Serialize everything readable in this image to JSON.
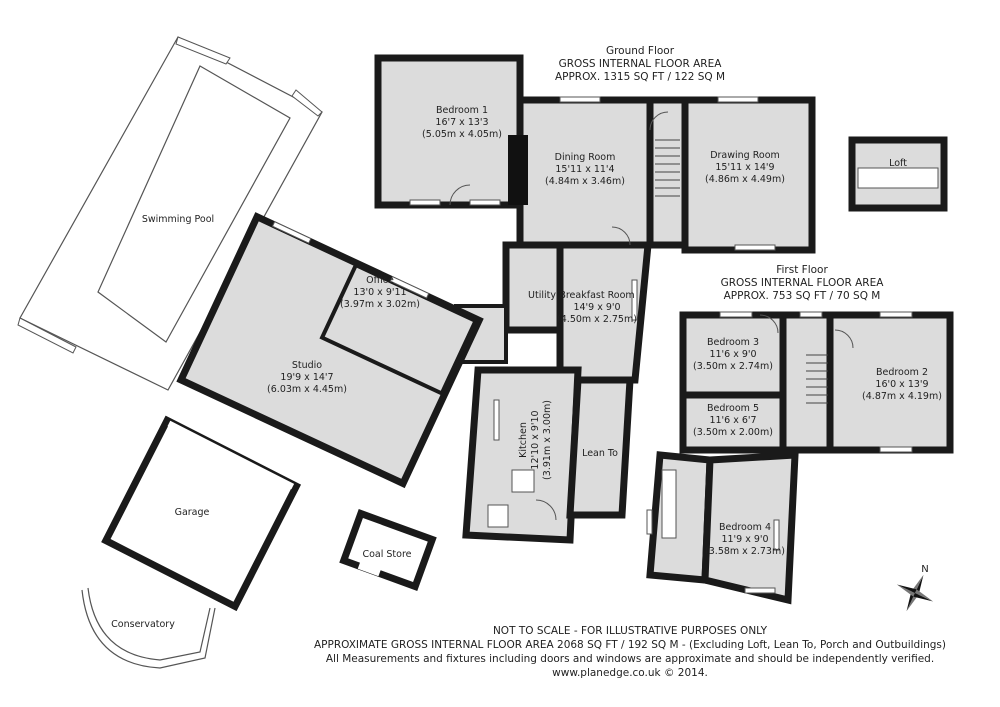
{
  "floors": {
    "ground": {
      "title": "Ground Floor",
      "area_line1": "GROSS INTERNAL FLOOR AREA",
      "area_line2": "APPROX. 1315 SQ FT / 122 SQ M"
    },
    "first": {
      "title": "First Floor",
      "area_line1": "GROSS INTERNAL FLOOR AREA",
      "area_line2": "APPROX. 753 SQ FT / 70 SQ M"
    }
  },
  "rooms": {
    "swimming_pool": {
      "name": "Swimming Pool"
    },
    "bedroom1": {
      "name": "Bedroom 1",
      "imperial": "16'7 x 13'3",
      "metric": "(5.05m x 4.05m)"
    },
    "dining": {
      "name": "Dining Room",
      "imperial": "15'11 x 11'4",
      "metric": "(4.84m x 3.46m)"
    },
    "drawing": {
      "name": "Drawing Room",
      "imperial": "15'11 x 14'9",
      "metric": "(4.86m x 4.49m)"
    },
    "loft": {
      "name": "Loft"
    },
    "office": {
      "name": "Office",
      "imperial": "13'0 x 9'11",
      "metric": "(3.97m x 3.02m)"
    },
    "studio": {
      "name": "Studio",
      "imperial": "19'9 x 14'7",
      "metric": "(6.03m x 4.45m)"
    },
    "utility": {
      "name": "Utility"
    },
    "breakfast": {
      "name": "Breakfast Room",
      "imperial": "14'9 x 9'0",
      "metric": "(4.50m x 2.75m)"
    },
    "kitchen": {
      "name": "Kitchen",
      "imperial": "12'10 x 9'10",
      "metric": "(3.91m x 3.00m)"
    },
    "lean_to": {
      "name": "Lean To"
    },
    "garage": {
      "name": "Garage"
    },
    "coal_store": {
      "name": "Coal Store"
    },
    "conservatory": {
      "name": "Conservatory"
    },
    "bedroom3": {
      "name": "Bedroom 3",
      "imperial": "11'6 x 9'0",
      "metric": "(3.50m x 2.74m)"
    },
    "bedroom2": {
      "name": "Bedroom 2",
      "imperial": "16'0 x 13'9",
      "metric": "(4.87m x 4.19m)"
    },
    "bedroom5": {
      "name": "Bedroom 5",
      "imperial": "11'6 x 6'7",
      "metric": "(3.50m x 2.00m)"
    },
    "bedroom4": {
      "name": "Bedroom 4",
      "imperial": "11'9 x 9'0",
      "metric": "(3.58m x 2.73m)"
    }
  },
  "compass": {
    "label": "N"
  },
  "footer": {
    "line1": "NOT TO SCALE - FOR ILLUSTRATIVE PURPOSES ONLY",
    "line2": "APPROXIMATE GROSS INTERNAL FLOOR AREA 2068 SQ FT / 192 SQ M - (Excluding Loft, Lean To, Porch and Outbuildings)",
    "line3": "All Measurements and fixtures including doors and windows are approximate and should be independently verified.",
    "line4": "www.planedge.co.uk  © 2014."
  }
}
